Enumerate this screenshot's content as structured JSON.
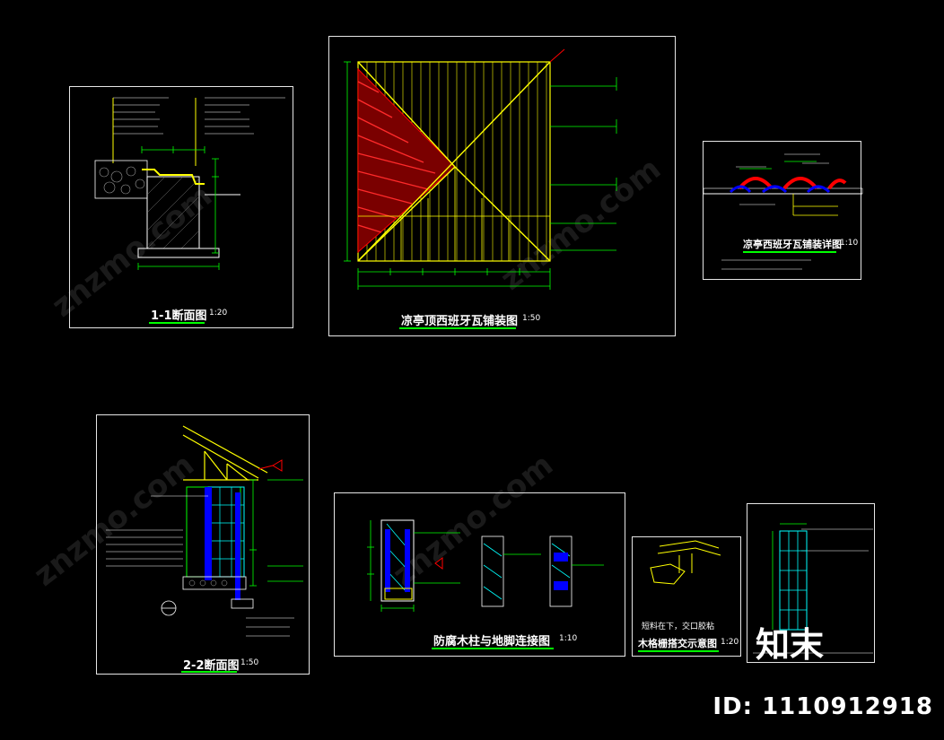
{
  "drawings": {
    "section_1_1": {
      "title": "1-1断面图",
      "scale": "1:20"
    },
    "tile_roof_plan": {
      "title": "凉亭顶西班牙瓦铺装图",
      "scale": "1:50"
    },
    "tile_detail": {
      "title": "凉亭西班牙瓦铺装详图",
      "scale": "1:10"
    },
    "section_2_2": {
      "title": "2-2断面图",
      "scale": "1:50"
    },
    "column_connection": {
      "title": "防腐木柱与地脚连接图",
      "scale": "1:10"
    },
    "lattice_detail": {
      "title": "木格栅搭交示意图",
      "scale": "1:20",
      "note": "短料在下，交口胶粘"
    }
  },
  "watermark": {
    "id_label": "ID: 1110912918",
    "logo": "知末",
    "site": "znzmo.com"
  },
  "colors": {
    "background": "#000000",
    "frame": "#e6e6e6",
    "primary_line": "#ffff00",
    "dim_line": "#00ff00",
    "tile": "#ff0000",
    "accent_blue": "#0000ff"
  }
}
